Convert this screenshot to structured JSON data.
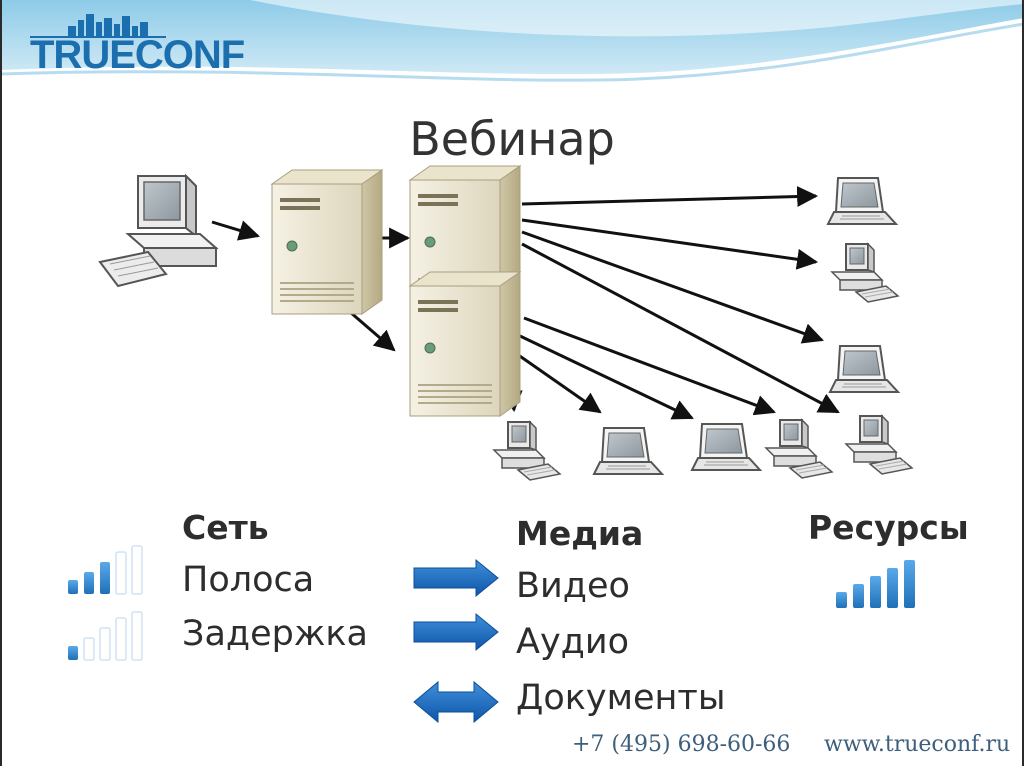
{
  "brand": {
    "logo_text": "TRUECONF"
  },
  "title": "Вебинар",
  "network": {
    "header": "Сеть",
    "items": [
      {
        "label": "Полоса",
        "signal_level": 0.6
      },
      {
        "label": "Задержка",
        "signal_level": 0.2
      }
    ]
  },
  "media": {
    "header": "Медиа",
    "items": [
      {
        "label": "Видео",
        "arrow": "right"
      },
      {
        "label": "Аудио",
        "arrow": "right"
      },
      {
        "label": "Документы",
        "arrow": "both"
      }
    ]
  },
  "resources": {
    "header": "Ресурсы",
    "signal_level": 1.0
  },
  "footer": {
    "phone": "+7 (495) 698-60-66",
    "website": "www.trueconf.ru"
  },
  "colors": {
    "brand": "#1c6fae",
    "arrow_blue": "#1565c0",
    "bar_blue": "#3a8fd6",
    "bar_empty": "#ffffff"
  },
  "icons": [
    "workstation-icon",
    "server-icon",
    "laptop-icon",
    "arrow-right-icon",
    "arrow-both-icon",
    "signal-bars-icon"
  ]
}
